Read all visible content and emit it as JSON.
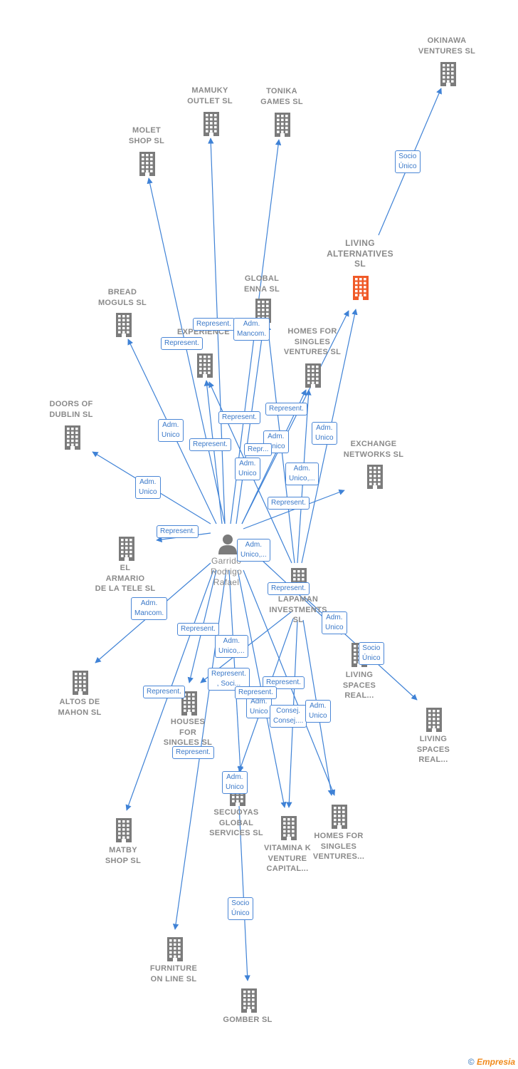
{
  "nodes": [
    {
      "id": "okinawa",
      "label": "OKINAWA\nVENTURES  SL",
      "type": "company"
    },
    {
      "id": "mamuky",
      "label": "MAMUKY\nOUTLET SL",
      "type": "company"
    },
    {
      "id": "tonika",
      "label": "TONIKA\nGAMES SL",
      "type": "company"
    },
    {
      "id": "molet",
      "label": "MOLET\nSHOP  SL",
      "type": "company"
    },
    {
      "id": "living_alt",
      "label": "LIVING\nALTERNATIVES\nSL",
      "type": "company",
      "highlight": true
    },
    {
      "id": "global_enna",
      "label": "GLOBAL\nENNA  SL",
      "type": "company"
    },
    {
      "id": "bread",
      "label": "BREAD\nMOGULS  SL",
      "type": "company"
    },
    {
      "id": "se_experience",
      "label": "SE...\nEXPERIENCE",
      "type": "company"
    },
    {
      "id": "homes_top",
      "label": "HOMES FOR\nSINGLES\nVENTURES  SL",
      "type": "company"
    },
    {
      "id": "doors",
      "label": "DOORS OF\nDUBLIN SL",
      "type": "company"
    },
    {
      "id": "exchange",
      "label": "EXCHANGE\nNETWORKS SL",
      "type": "company"
    },
    {
      "id": "person",
      "label": "Garrido\nRodrigo\nRafael",
      "type": "person"
    },
    {
      "id": "armario",
      "label": "EL\nARMARIO\nDE LA TELE SL",
      "type": "company"
    },
    {
      "id": "lapaman",
      "label": "LAPAMAN\nINVESTMENTS\nSL",
      "type": "company"
    },
    {
      "id": "living_real1",
      "label": "LIVING\nSPACES\nREAL...",
      "type": "company"
    },
    {
      "id": "living_real2",
      "label": "LIVING\nSPACES\nREAL...",
      "type": "company"
    },
    {
      "id": "altos",
      "label": "ALTOS DE\nMAHON  SL",
      "type": "company"
    },
    {
      "id": "houses",
      "label": "HOUSES\nFOR\nSINGLES  SL",
      "type": "company"
    },
    {
      "id": "secuoyas",
      "label": "SECUOYAS\nGLOBAL\nSERVICES SL",
      "type": "company"
    },
    {
      "id": "vitamina",
      "label": "VITAMINA K\nVENTURE\nCAPITAL...",
      "type": "company"
    },
    {
      "id": "homes_bot",
      "label": "HOMES FOR\nSINGLES\nVENTURES...",
      "type": "company"
    },
    {
      "id": "matby",
      "label": "MATBY\nSHOP  SL",
      "type": "company"
    },
    {
      "id": "furniture",
      "label": "FURNITURE\nON LINE SL",
      "type": "company"
    },
    {
      "id": "gomber",
      "label": "GOMBER SL",
      "type": "company"
    }
  ],
  "edges": [
    {
      "from": "living_alt",
      "to": "okinawa"
    },
    {
      "from": "person",
      "to": "molet"
    },
    {
      "from": "person",
      "to": "mamuky"
    },
    {
      "from": "person",
      "to": "tonika"
    },
    {
      "from": "person",
      "to": "bread"
    },
    {
      "from": "person",
      "to": "doors"
    },
    {
      "from": "person",
      "to": "armario"
    },
    {
      "from": "person",
      "to": "se_experience"
    },
    {
      "from": "person",
      "to": "global_enna"
    },
    {
      "from": "person",
      "to": "homes_top"
    },
    {
      "from": "person",
      "to": "living_alt"
    },
    {
      "from": "person",
      "to": "exchange"
    },
    {
      "from": "person",
      "to": "living_real2"
    },
    {
      "from": "person",
      "to": "altos"
    },
    {
      "from": "person",
      "to": "houses"
    },
    {
      "from": "person",
      "to": "secuoyas"
    },
    {
      "from": "person",
      "to": "vitamina"
    },
    {
      "from": "person",
      "to": "homes_bot"
    },
    {
      "from": "person",
      "to": "matby"
    },
    {
      "from": "person",
      "to": "furniture"
    },
    {
      "from": "lapaman",
      "to": "se_experience"
    },
    {
      "from": "lapaman",
      "to": "global_enna"
    },
    {
      "from": "lapaman",
      "to": "homes_top"
    },
    {
      "from": "lapaman",
      "to": "living_alt"
    },
    {
      "from": "lapaman",
      "to": "living_real1"
    },
    {
      "from": "lapaman",
      "to": "houses"
    },
    {
      "from": "lapaman",
      "to": "secuoyas"
    },
    {
      "from": "lapaman",
      "to": "vitamina"
    },
    {
      "from": "lapaman",
      "to": "homes_bot"
    },
    {
      "from": "secuoyas",
      "to": "gomber"
    }
  ],
  "relations": [
    {
      "text": "Socio\nÚnico"
    },
    {
      "text": "Represent."
    },
    {
      "text": "Adm.\nMancom."
    },
    {
      "text": "Represent."
    },
    {
      "text": "Represent."
    },
    {
      "text": "Represent."
    },
    {
      "text": "Adm.\nUnico"
    },
    {
      "text": "Adm.\nUnico"
    },
    {
      "text": "Repr..."
    },
    {
      "text": "Adm.\nUnico"
    },
    {
      "text": "Represent."
    },
    {
      "text": "Adm.\nUnico"
    },
    {
      "text": "Adm.\nUnico,..."
    },
    {
      "text": "Adm.\nUnico"
    },
    {
      "text": "Represent."
    },
    {
      "text": "Represent."
    },
    {
      "text": "Adm.\nUnico,..."
    },
    {
      "text": "Represent."
    },
    {
      "text": "Adm.\nMancom."
    },
    {
      "text": "Adm.\nUnico"
    },
    {
      "text": "Socio\nÚnico"
    },
    {
      "text": "Represent."
    },
    {
      "text": "Adm.\nUnico,..."
    },
    {
      "text": "Represent.\n, Soci..."
    },
    {
      "text": "Represent."
    },
    {
      "text": "Represent."
    },
    {
      "text": "Adm.\nUnico"
    },
    {
      "text": "Represent."
    },
    {
      "text": "Consej.\nConsej...."
    },
    {
      "text": "Adm.\nUnico"
    },
    {
      "text": "Represent."
    },
    {
      "text": "Adm.\nUnico"
    },
    {
      "text": "Socio\nÚnico"
    }
  ],
  "colors": {
    "edge": "#3f82d6",
    "node": "#7b7b7b",
    "highlight": "#f05a28",
    "label": "#8a8a8a"
  },
  "footer": {
    "copyright": "©",
    "brand": "Empresia"
  }
}
